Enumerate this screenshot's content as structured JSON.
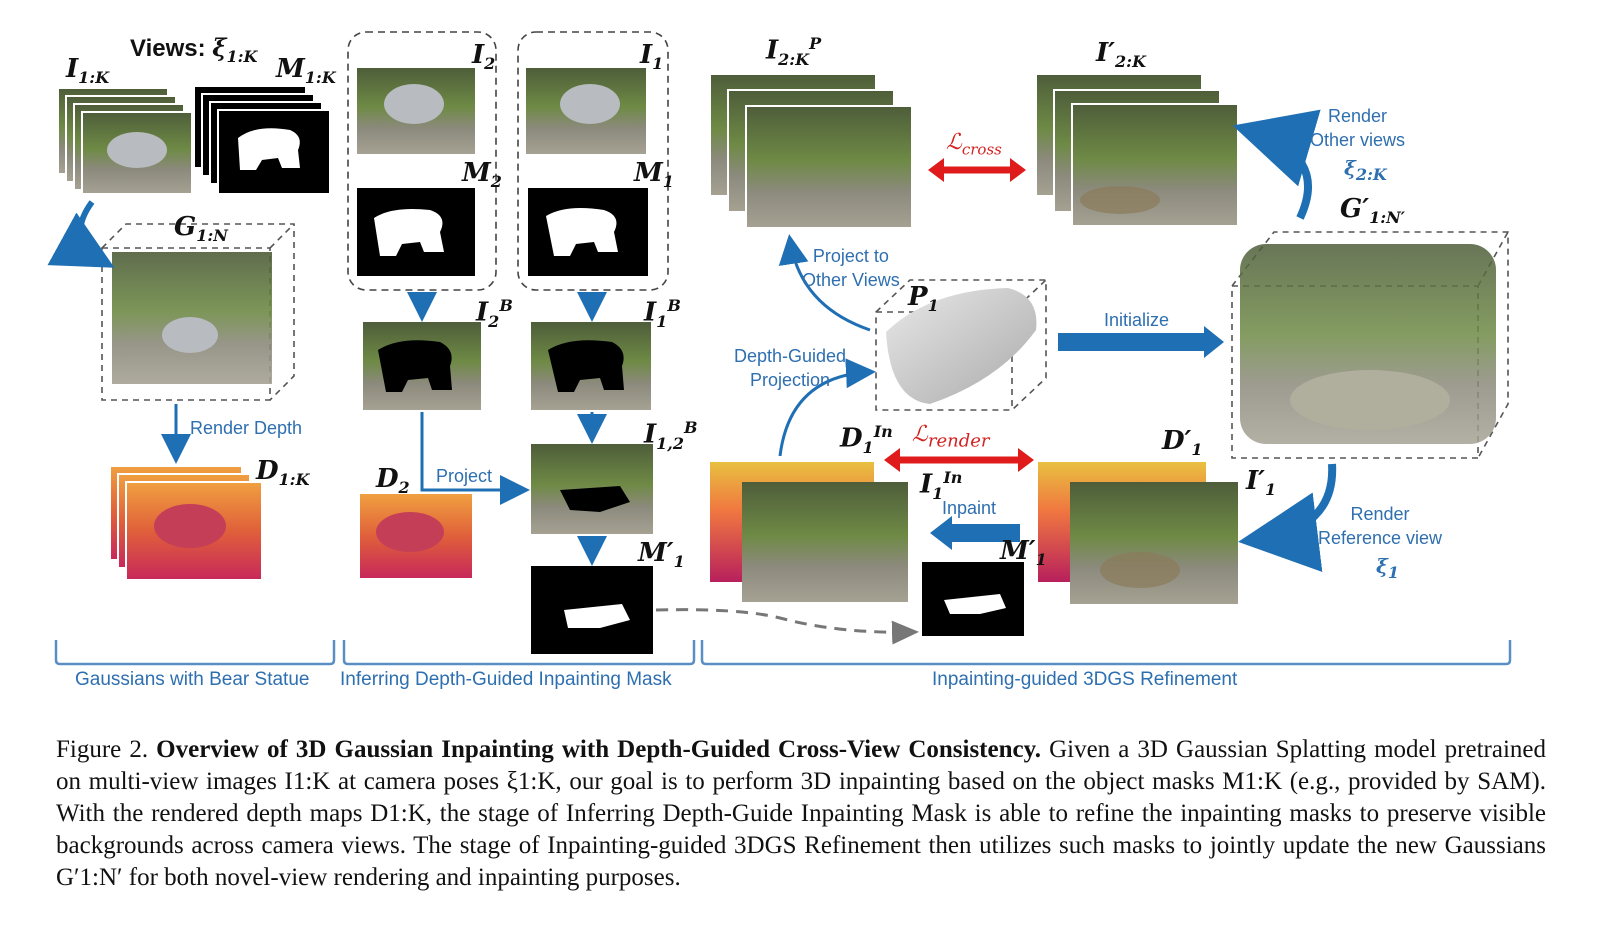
{
  "stages": {
    "stage1": "Gaussians with Bear Statue",
    "stage2": "Inferring Depth-Guided Inpainting Mask",
    "stage3": "Inpainting-guided 3DGS Refinement"
  },
  "labels": {
    "views": "Views:",
    "render_depth": "Render Depth",
    "project": "Project",
    "project_other_1": "Project to",
    "project_other_2": "Other Views",
    "depth_guided_1": "Depth-Guided",
    "depth_guided_2": "Projection",
    "initialize": "Initialize",
    "inpaint": "Inpaint",
    "render_other_1": "Render",
    "render_other_2": "Other views",
    "render_ref_1": "Render",
    "render_ref_2": "Reference view",
    "loss_cross": "cross",
    "loss_render": "render"
  },
  "caption": {
    "fig_label": "Figure 2.",
    "title": "Overview of 3D Gaussian Inpainting with Depth-Guided Cross-View Consistency.",
    "line1": "Given a 3D Gaussian Splatting model",
    "line2": "pretrained on multi-view images I1:K at camera poses ξ1:K, our goal is to perform 3D inpainting based on the object masks M1:K",
    "line3": "(e.g., provided by SAM). With the rendered depth maps D1:K, the stage of Inferring Depth-Guide Inpainting Mask is able to refine the",
    "line4": "inpainting masks to preserve visible backgrounds across camera views. The stage of Inpainting-guided 3DGS Refinement then utilizes such",
    "line5": "masks to jointly update the new Gaussians G′1:N′ for both novel-view rendering and inpainting purposes."
  },
  "colors": {
    "arrow_blue": "#1f6fb4",
    "label_blue": "#2e6fb0",
    "loss_red": "#e01b1b",
    "dashed_gray": "#777777"
  }
}
